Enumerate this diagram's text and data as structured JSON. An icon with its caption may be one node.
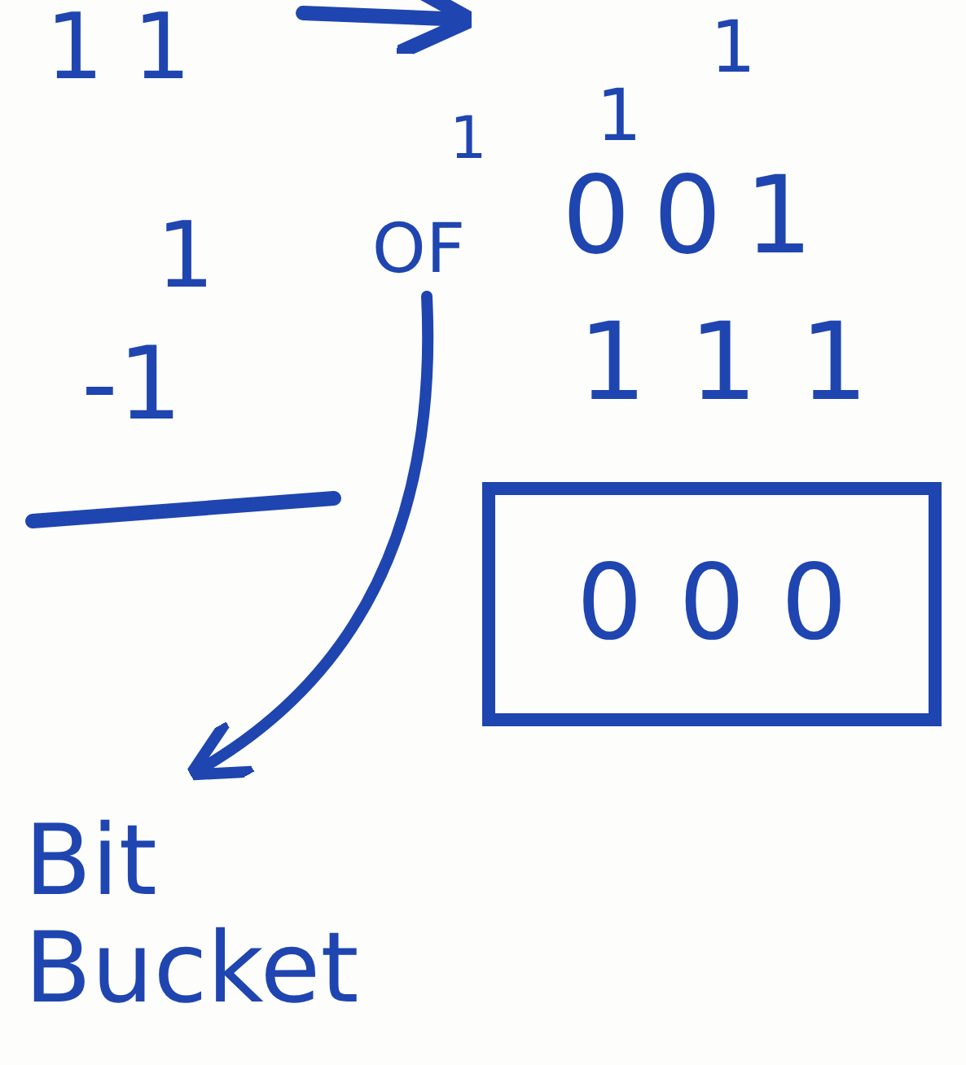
{
  "diagram": {
    "nodes": [
      {
        "text": [
          "OF"
        ]
      },
      {
        "text": [
          "000"
        ]
      },
      {
        "text": [
          "Bit Bucket"
        ]
      }
    ],
    "edges": [
      {
        "from": 0,
        "to": 2,
        "arrow": "to"
      }
    ],
    "labels": [
      "11",
      "1",
      "1",
      "1",
      "1",
      "001",
      "-1",
      "111"
    ]
  }
}
